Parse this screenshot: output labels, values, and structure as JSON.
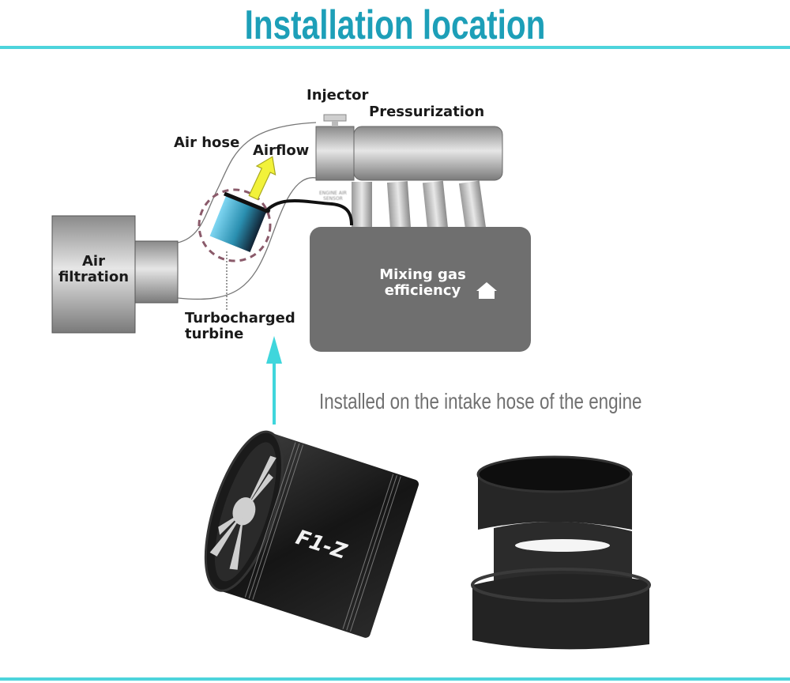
{
  "header": {
    "title": "Installation location"
  },
  "diagram": {
    "labels": {
      "injector": "Injector",
      "pressurization": "Pressurization",
      "air_hose": "Air hose",
      "airflow": "Airflow",
      "air_filtration_line1": "Air",
      "air_filtration_line2": "filtration",
      "turbo_line1": "Turbocharged",
      "turbo_line2": "turbine",
      "engine_line1": "Mixing gas",
      "engine_line2": "efficiency",
      "sensor_line1": "ENGINE AIR",
      "sensor_line2": "SENSOR"
    },
    "icons": [
      "home-icon",
      "arrow-up-icon",
      "airflow-arrow-icon"
    ],
    "colors": {
      "accent": "#1d9fb8",
      "rule": "#4dd4dc",
      "pointer_arrow": "#3fd6dc",
      "airflow": "#f2f23a",
      "engine_block": "#6f6f6f"
    }
  },
  "caption": "Installed on the intake hose of the engine",
  "product": {
    "badge": "F1-Z"
  }
}
